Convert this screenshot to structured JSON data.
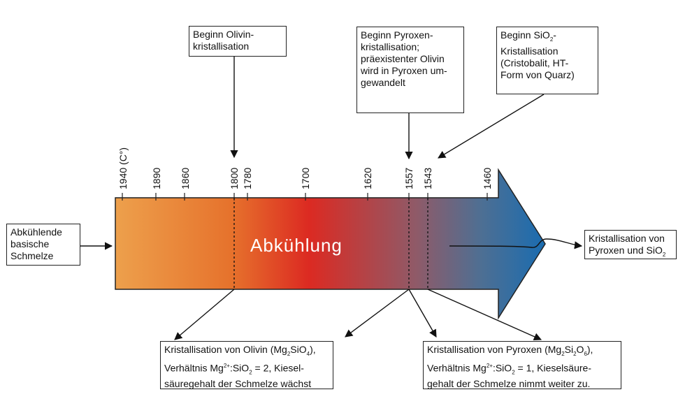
{
  "arrow_label": "Abkühlung",
  "temperature_ticks": [
    "1940 (C°)",
    "1890",
    "1860",
    "1800",
    "1780",
    "1700",
    "1620",
    "1557",
    "1543",
    "1460"
  ],
  "boxes": {
    "olivin_start": [
      "Beginn Olivin-",
      "kristallisation"
    ],
    "pyroxen_start": [
      "Beginn Pyroxen-",
      "kristallisation;",
      "präexistenter Olivin",
      "wird in Pyroxen um-",
      "gewandelt"
    ],
    "sio2_start": [
      "Beginn SiO",
      "2",
      "-",
      "Kristallisation",
      "(Cristobalit, HT-",
      "Form von Quarz)"
    ],
    "melt": [
      "Abkühlende",
      "basische",
      "Schmelze"
    ],
    "result": [
      "Kristallisation von",
      "Pyroxen und SiO",
      "2"
    ],
    "olivin_cryst": {
      "line1_a": "Kristallisation von Olivin (Mg",
      "line1_s1": "2",
      "line1_b": "SiO",
      "line1_s2": "4",
      "line1_c": "),",
      "line2_a": "Verhältnis Mg",
      "line2_sup": "2+",
      "line2_b": ":SiO",
      "line2_sub": "2",
      "line2_c": " = 2, Kiesel-",
      "line3": "säuregehalt der Schmelze wächst"
    },
    "pyroxen_cryst": {
      "line1_a": "Kristallisation von Pyroxen (Mg",
      "line1_s1": "2",
      "line1_b": "Si",
      "line1_s2": "2",
      "line1_c": "O",
      "line1_s3": "6",
      "line1_d": "),",
      "line2_a": "Verhältnis Mg",
      "line2_sup": "2+",
      "line2_b": ":SiO",
      "line2_sub": "2",
      "line2_c": " = 1, Kieselsäure-",
      "line3": "gehalt der Schmelze nimmt weiter zu."
    }
  },
  "colors": {
    "gradient": [
      "#eda04c",
      "#e6722c",
      "#dc2a22",
      "#8f5a68",
      "#4e6f93",
      "#1a6cb0"
    ],
    "outline": "#222222"
  }
}
